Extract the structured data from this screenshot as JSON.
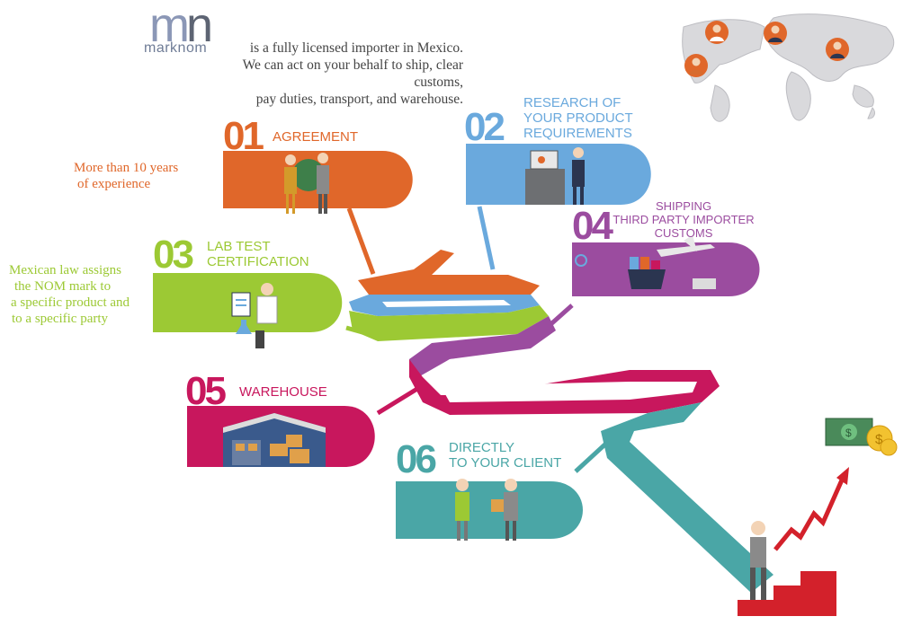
{
  "logo": {
    "mark_left": "m",
    "mark_right": "n",
    "wordmark": "marknom"
  },
  "intro": {
    "line1": "is a fully licensed importer in Mexico.",
    "line2": "We can act on your behalf to ship, clear customs,",
    "line3": "pay duties, transport, and warehouse."
  },
  "steps": [
    {
      "number": "01",
      "title": "AGREEMENT",
      "color": "#e0672a"
    },
    {
      "number": "02",
      "title_lines": [
        "RESEARCH OF",
        "YOUR PRODUCT",
        "REQUIREMENTS"
      ],
      "color": "#6aa9dd"
    },
    {
      "number": "03",
      "title_lines": [
        "LAB TEST",
        "CERTIFICATION"
      ],
      "color": "#9cc934"
    },
    {
      "number": "04",
      "title_lines": [
        "SHIPPING",
        "THIRD PARTY IMPORTER",
        "CUSTOMS"
      ],
      "color": "#9b4c9f"
    },
    {
      "number": "05",
      "title": "WAREHOUSE",
      "color": "#c8175d"
    },
    {
      "number": "06",
      "title_lines": [
        "DIRECTLY",
        "TO YOUR CLIENT"
      ],
      "color": "#4aa6a6"
    }
  ],
  "side_notes": {
    "experience": [
      "More than 10 years",
      "of experience"
    ],
    "nom": [
      "Mexican law assigns",
      "the NOM mark to",
      "a specific product and",
      "to a specific party"
    ]
  },
  "colors": {
    "orange": "#e0672a",
    "blue": "#6aa9dd",
    "green": "#9cc934",
    "purple": "#9b4c9f",
    "magenta": "#c8175d",
    "teal": "#4aa6a6",
    "red": "#d3212b"
  }
}
